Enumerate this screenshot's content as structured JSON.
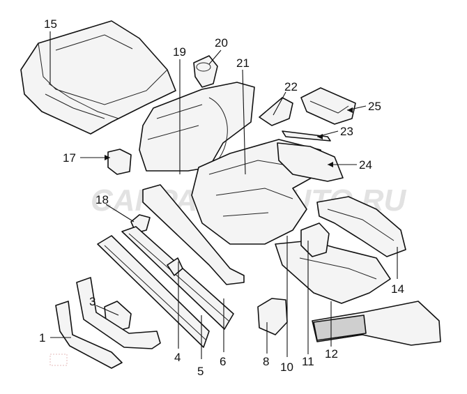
{
  "watermark": "CARPARTS.AUTO.RU",
  "callouts": [
    {
      "id": "1",
      "label": "1"
    },
    {
      "id": "3",
      "label": "3"
    },
    {
      "id": "4",
      "label": "4"
    },
    {
      "id": "5",
      "label": "5"
    },
    {
      "id": "6",
      "label": "6"
    },
    {
      "id": "8",
      "label": "8"
    },
    {
      "id": "10",
      "label": "10"
    },
    {
      "id": "11",
      "label": "11"
    },
    {
      "id": "12",
      "label": "12"
    },
    {
      "id": "14",
      "label": "14"
    },
    {
      "id": "15",
      "label": "15"
    },
    {
      "id": "17",
      "label": "17"
    },
    {
      "id": "18",
      "label": "18"
    },
    {
      "id": "19",
      "label": "19"
    },
    {
      "id": "20",
      "label": "20"
    },
    {
      "id": "21",
      "label": "21"
    },
    {
      "id": "22",
      "label": "22"
    },
    {
      "id": "23",
      "label": "23"
    },
    {
      "id": "24",
      "label": "24"
    },
    {
      "id": "25",
      "label": "25"
    }
  ]
}
